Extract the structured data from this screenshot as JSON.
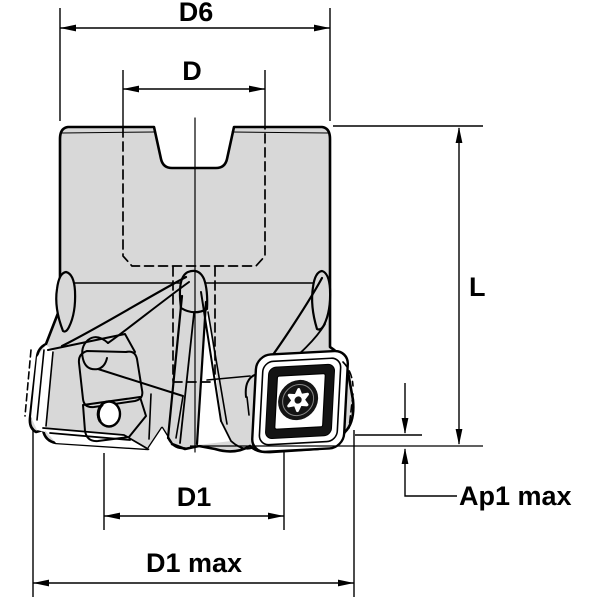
{
  "drawing": {
    "description": "Technical dimension drawing of an indexable face milling cutter, side view",
    "colors": {
      "background": "#ffffff",
      "body_fill": "#d8d8d8",
      "line": "#000000",
      "insert_face": "#ffffff",
      "screw": "#141414"
    },
    "dimensions": {
      "d6": "D6",
      "d": "D",
      "l": "L",
      "d1": "D1",
      "d1_max": "D1 max",
      "ap1_max": "Ap1 max"
    }
  }
}
